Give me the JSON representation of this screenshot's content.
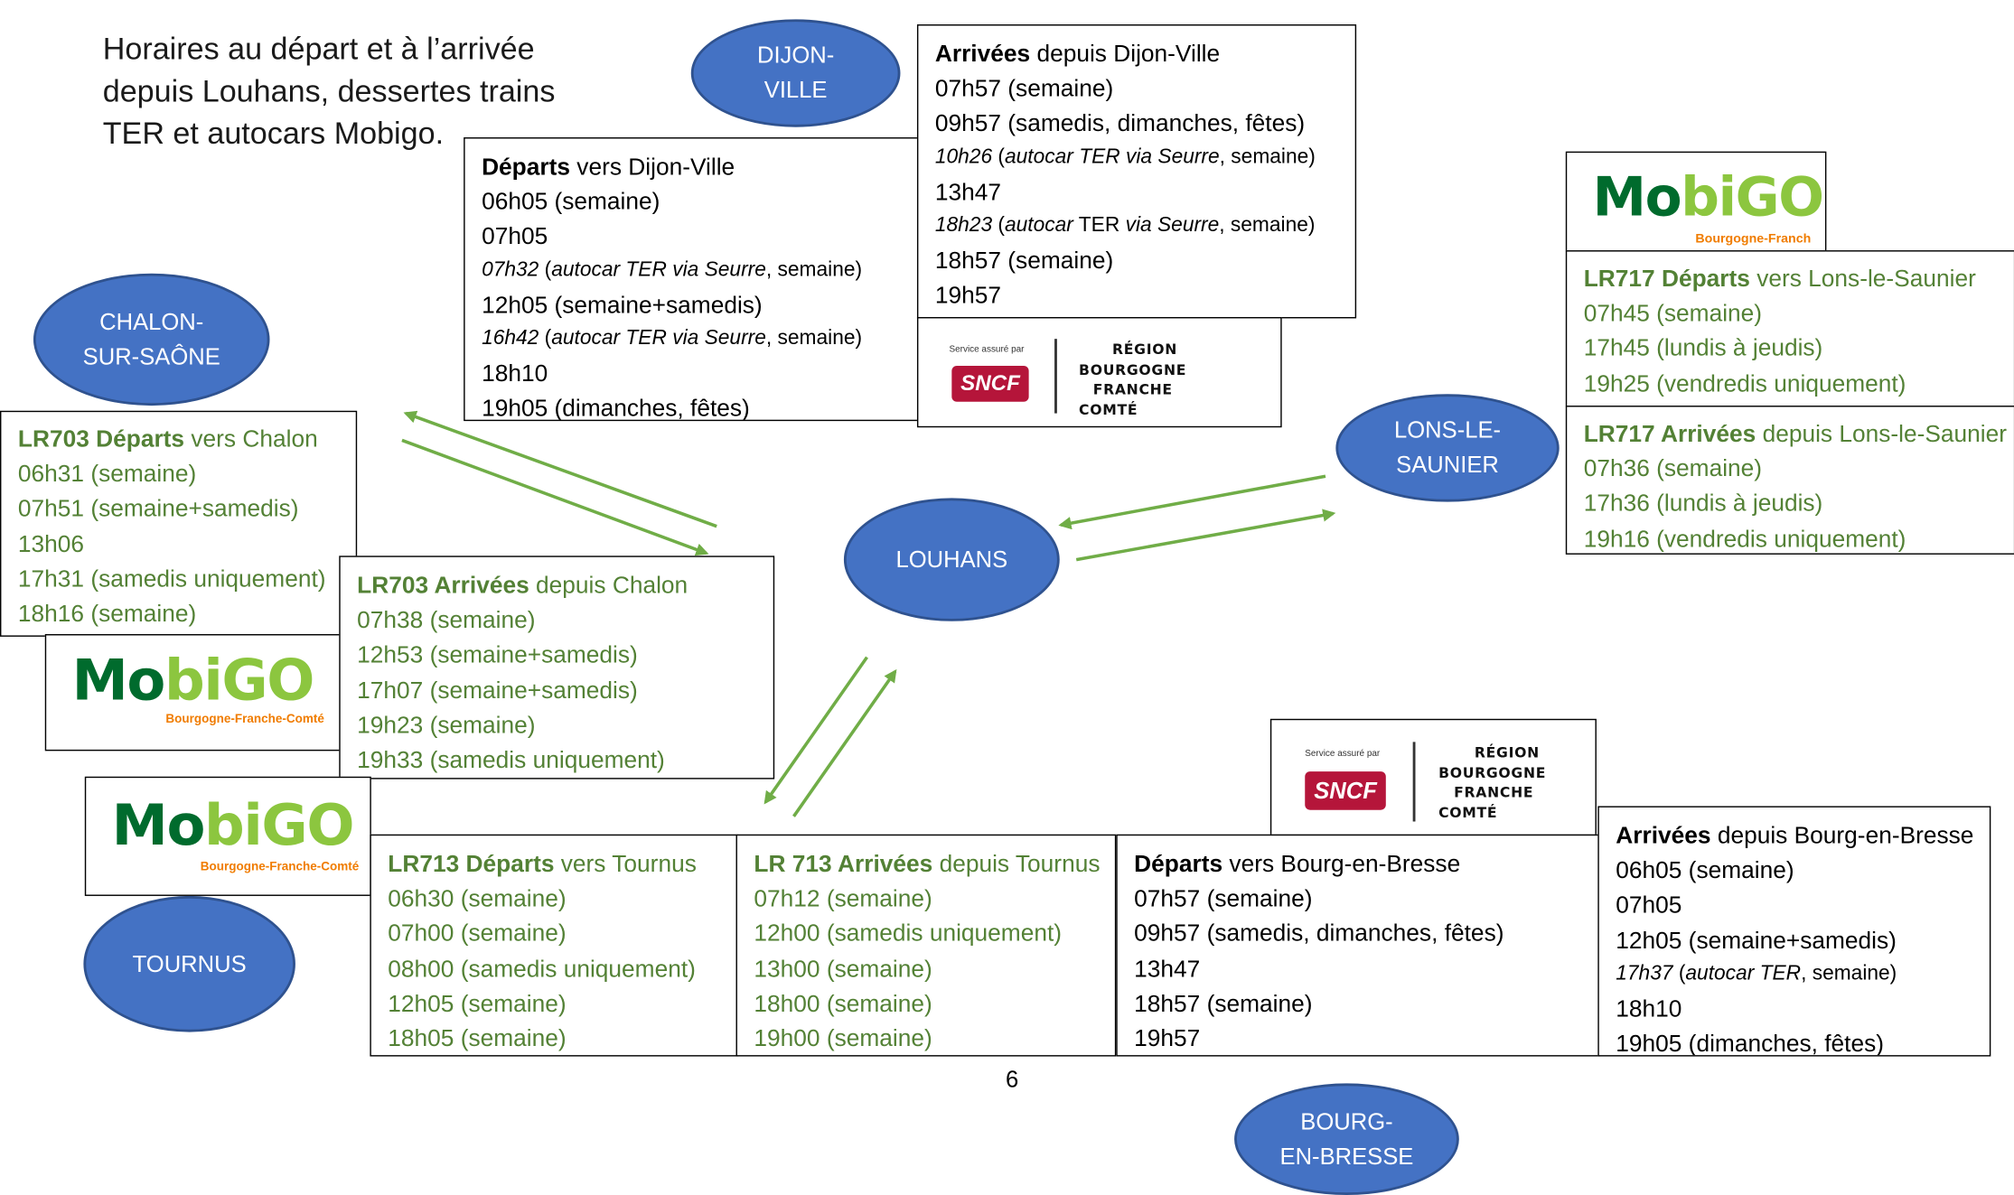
{
  "intro": [
    "Horaires au départ et à l’arrivée",
    "depuis Louhans, dessertes trains",
    "TER et autocars Mobigo."
  ],
  "cities": {
    "dijon": [
      "DIJON-",
      "VILLE"
    ],
    "chalon": [
      "CHALON-",
      "SUR-SAÔNE"
    ],
    "louhans": [
      "LOUHANS"
    ],
    "lons": [
      "LONS-LE-",
      "SAUNIER"
    ],
    "tournus": [
      "TOURNUS"
    ],
    "bourg": [
      "BOURG-",
      "EN-BRESSE"
    ]
  },
  "boxes": {
    "dijon_departs": [
      [
        {
          "t": "Départs",
          "b": true
        },
        {
          "t": " vers Dijon-Ville"
        }
      ],
      [
        {
          "t": "06h05 (semaine)"
        }
      ],
      [
        {
          "t": "07h05"
        }
      ],
      [
        {
          "t": "07h32",
          "i": true
        },
        {
          "t": " ("
        },
        {
          "t": "autocar TER via Seurre",
          "i": true
        },
        {
          "t": ", semaine)"
        }
      ],
      [
        {
          "t": "12h05 (semaine+samedis)"
        }
      ],
      [
        {
          "t": "16h42",
          "i": true
        },
        {
          "t": " ("
        },
        {
          "t": "autocar TER via Seurre",
          "i": true
        },
        {
          "t": ", semaine)"
        }
      ],
      [
        {
          "t": "18h10"
        }
      ],
      [
        {
          "t": "19h05 (dimanches, fêtes)"
        }
      ]
    ],
    "dijon_arrivees": [
      [
        {
          "t": "Arrivées",
          "b": true
        },
        {
          "t": " depuis Dijon-Ville"
        }
      ],
      [
        {
          "t": "07h57 (semaine)"
        }
      ],
      [
        {
          "t": "09h57 (samedis, dimanches, fêtes)"
        }
      ],
      [
        {
          "t": "10h26",
          "i": true
        },
        {
          "t": " ("
        },
        {
          "t": "autocar TER via Seurre",
          "i": true
        },
        {
          "t": ", semaine)"
        }
      ],
      [
        {
          "t": "13h47"
        }
      ],
      [
        {
          "t": "18h23",
          "i": true
        },
        {
          "t": " ("
        },
        {
          "t": "autocar",
          "i": true
        },
        {
          "t": " TER "
        },
        {
          "t": "via Seurre",
          "i": true
        },
        {
          "t": ", semaine)"
        }
      ],
      [
        {
          "t": "18h57 (semaine)"
        }
      ],
      [
        {
          "t": "19h57"
        }
      ]
    ],
    "lons_departs": [
      [
        {
          "t": "LR717 Départs",
          "b": true
        },
        {
          "t": " vers Lons-le-Saunier"
        }
      ],
      [
        {
          "t": "07h45 (semaine)"
        }
      ],
      [
        {
          "t": "17h45 (lundis à jeudis)"
        }
      ],
      [
        {
          "t": "19h25 (vendredis uniquement)"
        }
      ]
    ],
    "lons_arrivees": [
      [
        {
          "t": "LR717 Arrivées",
          "b": true
        },
        {
          "t": " depuis Lons-le-Saunier"
        }
      ],
      [
        {
          "t": "07h36 (semaine)"
        }
      ],
      [
        {
          "t": "17h36 (lundis à jeudis)"
        }
      ],
      [
        {
          "t": "19h16 (vendredis uniquement)"
        }
      ]
    ],
    "chalon_departs": [
      [
        {
          "t": "LR703 Départs",
          "b": true
        },
        {
          "t": " vers Chalon"
        }
      ],
      [
        {
          "t": "06h31 (semaine)"
        }
      ],
      [
        {
          "t": "07h51 (semaine+samedis)"
        }
      ],
      [
        {
          "t": "13h06"
        }
      ],
      [
        {
          "t": "17h31 (samedis uniquement)"
        }
      ],
      [
        {
          "t": "18h16 (semaine)"
        }
      ]
    ],
    "chalon_arrivees": [
      [
        {
          "t": "LR703 Arrivées",
          "b": true
        },
        {
          "t": " depuis Chalon"
        }
      ],
      [
        {
          "t": "07h38 (semaine)"
        }
      ],
      [
        {
          "t": "12h53 (semaine+samedis)"
        }
      ],
      [
        {
          "t": "17h07 (semaine+samedis)"
        }
      ],
      [
        {
          "t": "19h23 (semaine)"
        }
      ],
      [
        {
          "t": "19h33 (samedis uniquement)"
        }
      ]
    ],
    "tournus_departs": [
      [
        {
          "t": "LR713 Départs",
          "b": true
        },
        {
          "t": " vers Tournus"
        }
      ],
      [
        {
          "t": "06h30 (semaine)"
        }
      ],
      [
        {
          "t": "07h00 (semaine)"
        }
      ],
      [
        {
          "t": "08h00 (samedis uniquement)"
        }
      ],
      [
        {
          "t": "12h05 (semaine)"
        }
      ],
      [
        {
          "t": "18h05 (semaine)"
        }
      ]
    ],
    "tournus_arrivees": [
      [
        {
          "t": "LR 713 Arrivées",
          "b": true
        },
        {
          "t": " depuis Tournus"
        }
      ],
      [
        {
          "t": "07h12 (semaine)"
        }
      ],
      [
        {
          "t": "12h00 (samedis uniquement)"
        }
      ],
      [
        {
          "t": "13h00 (semaine)"
        }
      ],
      [
        {
          "t": "18h00 (semaine)"
        }
      ],
      [
        {
          "t": "19h00 (semaine)"
        }
      ]
    ],
    "bourg_departs": [
      [
        {
          "t": "Départs",
          "b": true
        },
        {
          "t": " vers Bourg-en-Bresse"
        }
      ],
      [
        {
          "t": "07h57 (semaine)"
        }
      ],
      [
        {
          "t": "09h57 (samedis, dimanches, fêtes)"
        }
      ],
      [
        {
          "t": "13h47"
        }
      ],
      [
        {
          "t": "18h57 (semaine)"
        }
      ],
      [
        {
          "t": "19h57"
        }
      ]
    ],
    "bourg_arrivees": [
      [
        {
          "t": "Arrivées",
          "b": true
        },
        {
          "t": " depuis Bourg-en-Bresse"
        }
      ],
      [
        {
          "t": "06h05 (semaine)"
        }
      ],
      [
        {
          "t": "07h05"
        }
      ],
      [
        {
          "t": "12h05 (semaine+samedis)"
        }
      ],
      [
        {
          "t": "17h37",
          "i": true
        },
        {
          "t": " ("
        },
        {
          "t": "autocar TER",
          "i": true
        },
        {
          "t": ", semaine)"
        }
      ],
      [
        {
          "t": "18h10"
        }
      ],
      [
        {
          "t": "19h05 (dimanches, fêtes)"
        }
      ]
    ]
  },
  "logos": {
    "mobigo_word": [
      "Mo",
      "biGO"
    ],
    "mobigo_sub": "Bourgogne-Franche-Comté",
    "mobigo_sub_cropped": "Bourgogne-Franch",
    "sncf_served": "Service assuré par",
    "sncf": "SNCF",
    "region": [
      "RÉGION",
      "BOURGOGNE",
      "FRANCHE",
      "COMTÉ"
    ]
  },
  "page_number": "6",
  "colors": {
    "city_fill": "#4472c4",
    "city_border": "#2f528f",
    "mobigo_text": "#538135",
    "arrow": "#70ad47",
    "mobigo_dark": "#006b2d",
    "mobigo_light": "#8cc63f",
    "mobigo_orange": "#f07c00",
    "sncf_red": "#b5153a"
  }
}
